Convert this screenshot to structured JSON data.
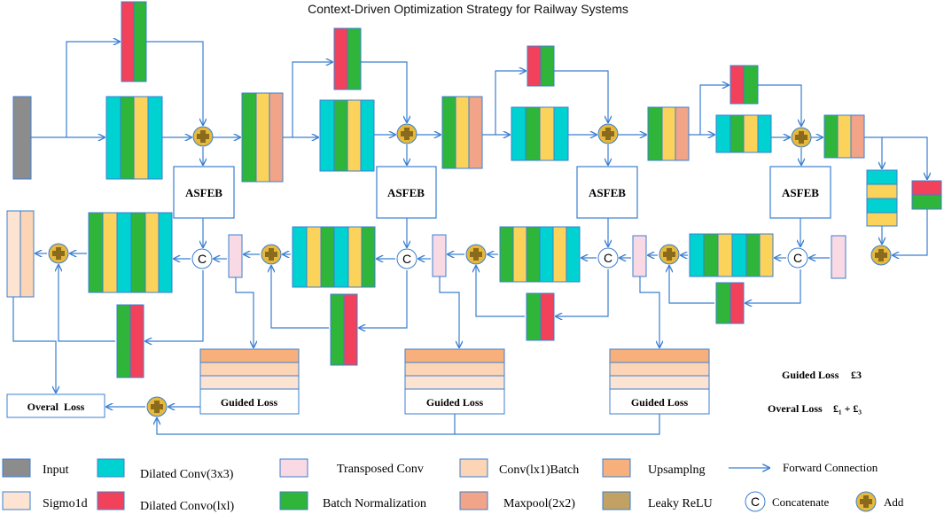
{
  "title": "Context-Driven Optimization Strategy for Railway Systems",
  "blocks": {
    "asfeb": "ASFEB",
    "guided_loss": "Guided Loss",
    "overall_loss": "Overal  Loss",
    "concat_symbol": "C"
  },
  "side_notes": {
    "guided_loss_label": "Guided Loss",
    "guided_loss_formula": "£3",
    "overall_loss_label": "Overal Loss",
    "overall_loss_formula": "£₁ + £₃"
  },
  "legend": [
    {
      "label": "Input",
      "color": "#8c8c8c"
    },
    {
      "label": "Dilated Conv(3x3)",
      "color": "#00d2d2"
    },
    {
      "label": "Transposed Conv",
      "color": "#f9d9e3"
    },
    {
      "label": "Conv(lx1)Batch",
      "color": "#fbd5b6"
    },
    {
      "label": "Upsamplng",
      "color": "#f7b07b"
    },
    {
      "label": "Forward Connection",
      "color": "#3b7fd1"
    },
    {
      "label": "Sigmo1d",
      "color": "#fde4d2"
    },
    {
      "label": "Dilated Convo(lxl)",
      "color": "#f2425b"
    },
    {
      "label": "Batch Normalization",
      "color": "#2fb53a"
    },
    {
      "label": "Maxpool(2x2)",
      "color": "#f1a488"
    },
    {
      "label": "Leaky ReLU",
      "color": "#c1a264"
    },
    {
      "label": "Concatenate",
      "color": "#ffffff"
    },
    {
      "label": "Add",
      "color": "#e6b83c"
    }
  ],
  "colors": {
    "arrow": "#3b7fd1",
    "cyan": "#00d2d2",
    "green": "#2fb53a",
    "yellow": "#fbd35a",
    "red": "#f2425b",
    "salmon": "#f1a488",
    "orange": "#f7b07b",
    "peach": "#fbd5b6",
    "pink": "#f9d9e3",
    "gray": "#8c8c8c",
    "add_fill": "#e6b83c"
  }
}
